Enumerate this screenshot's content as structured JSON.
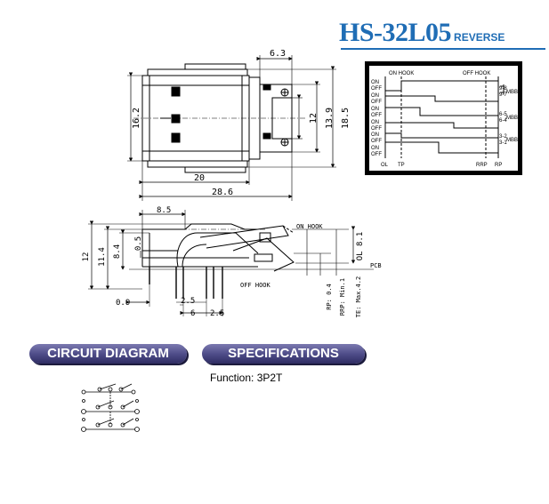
{
  "header": {
    "model": "HS-32L05",
    "variant": "REVERSE"
  },
  "timing_chart": {
    "on_hook": "ON HOOK",
    "off_hook": "OFF HOOK",
    "state_on": "ON",
    "state_off": "OFF",
    "groups": [
      {
        "contacts": [
          "9-8",
          "9-7"
        ],
        "type": "MBB"
      },
      {
        "contacts": [
          "6-5",
          "6-4"
        ],
        "type": "MBB"
      },
      {
        "contacts": [
          "3-2",
          "3-1"
        ],
        "type": "MBB"
      }
    ],
    "positions": [
      "OL",
      "TP",
      "RRP",
      "RP"
    ]
  },
  "top_view": {
    "dims": [
      "6.3",
      "16.2",
      "12",
      "13.9",
      "18.5",
      "20",
      "28.6"
    ]
  },
  "side_view": {
    "dims": [
      "8.5",
      "12",
      "11.4",
      "8.4",
      "0.5",
      "OL 8.1",
      "0.9",
      "2.5",
      "6",
      "2.5"
    ],
    "on_hook": "ON HOOK",
    "off_hook": "OFF HOOK",
    "pcb": "PCB",
    "strokes": [
      "RP: 0.4",
      "RRP: Min.1",
      "TE: Max.4.2"
    ]
  },
  "sections": {
    "circuit": "CIRCUIT DIAGRAM",
    "specs": "SPECIFICATIONS"
  },
  "specs": {
    "label": "Function:",
    "value": "3P2T"
  }
}
